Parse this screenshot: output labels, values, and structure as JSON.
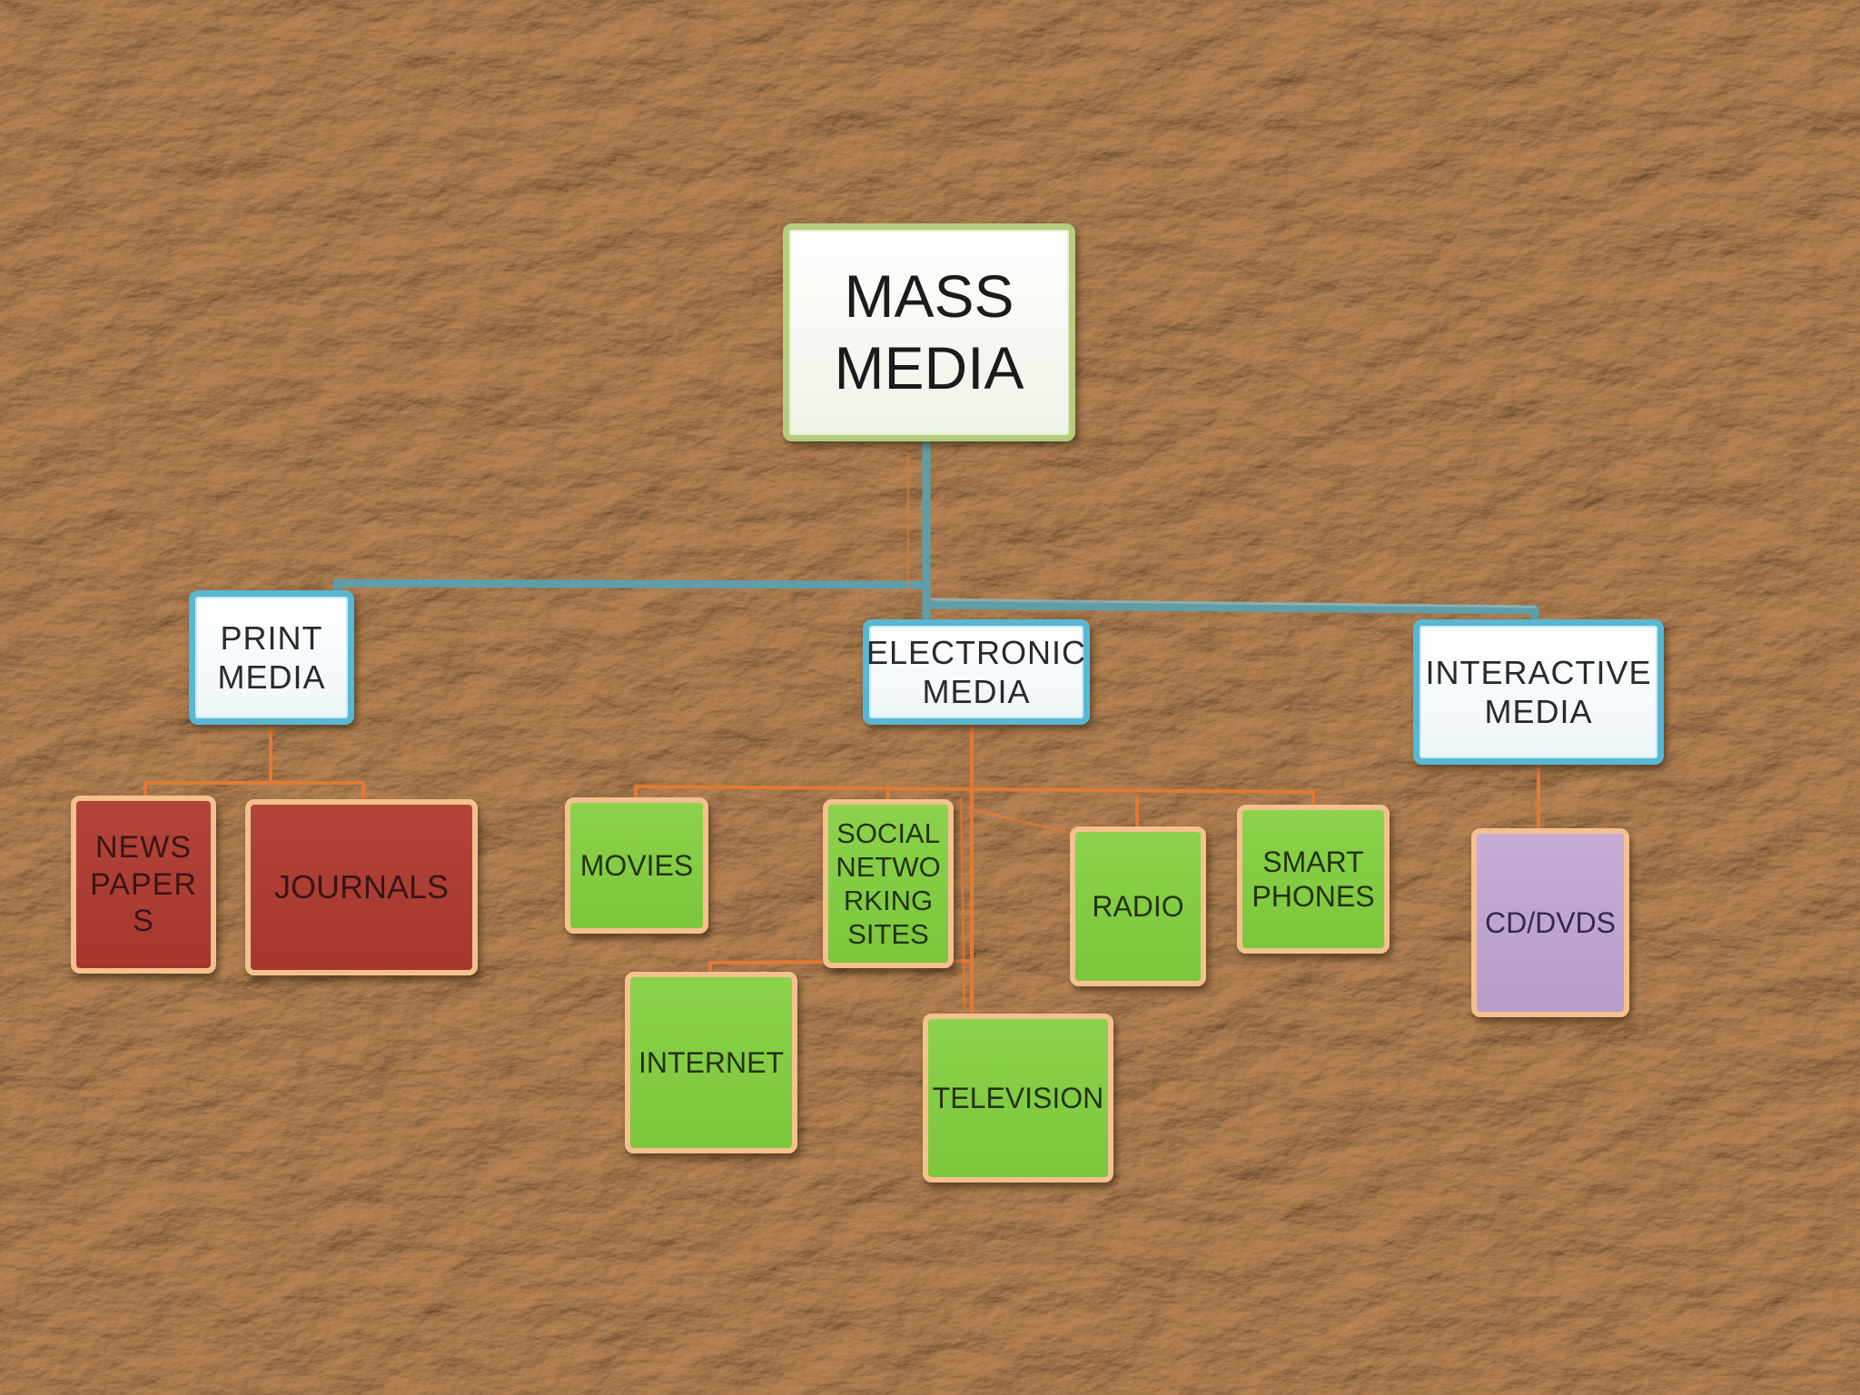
{
  "diagram": {
    "root": {
      "label": "MASS\nMEDIA"
    },
    "categories": {
      "print": {
        "label": "PRINT\nMEDIA"
      },
      "electronic": {
        "label": "ELECTRONIC\nMEDIA"
      },
      "interactive": {
        "label": "INTERACTIVE\nMEDIA"
      }
    },
    "leaves": {
      "newspapers": {
        "label": "NEWS\nPAPER\nS"
      },
      "journals": {
        "label": "JOURNALS"
      },
      "movies": {
        "label": "MOVIES"
      },
      "social_networking": {
        "label": "SOCIAL\nNETWO\nRKING\nSITES"
      },
      "radio": {
        "label": "RADIO"
      },
      "smart_phones": {
        "label": "SMART\nPHONES"
      },
      "cd_dvds": {
        "label": "CD/DVDS"
      },
      "internet": {
        "label": "INTERNET"
      },
      "television": {
        "label": "TELEVISION"
      }
    },
    "colors": {
      "background": "#b0895f",
      "category_border": "#58b8d4",
      "root_border": "#b6cc7e",
      "print_leaf": "#a6372f",
      "electronic_leaf": "#7cc63c",
      "interactive_leaf": "#b89cc9",
      "leaf_border": "#f3c08e",
      "main_connector": "#5f9ea8",
      "sub_connector": "#e07a35"
    }
  }
}
